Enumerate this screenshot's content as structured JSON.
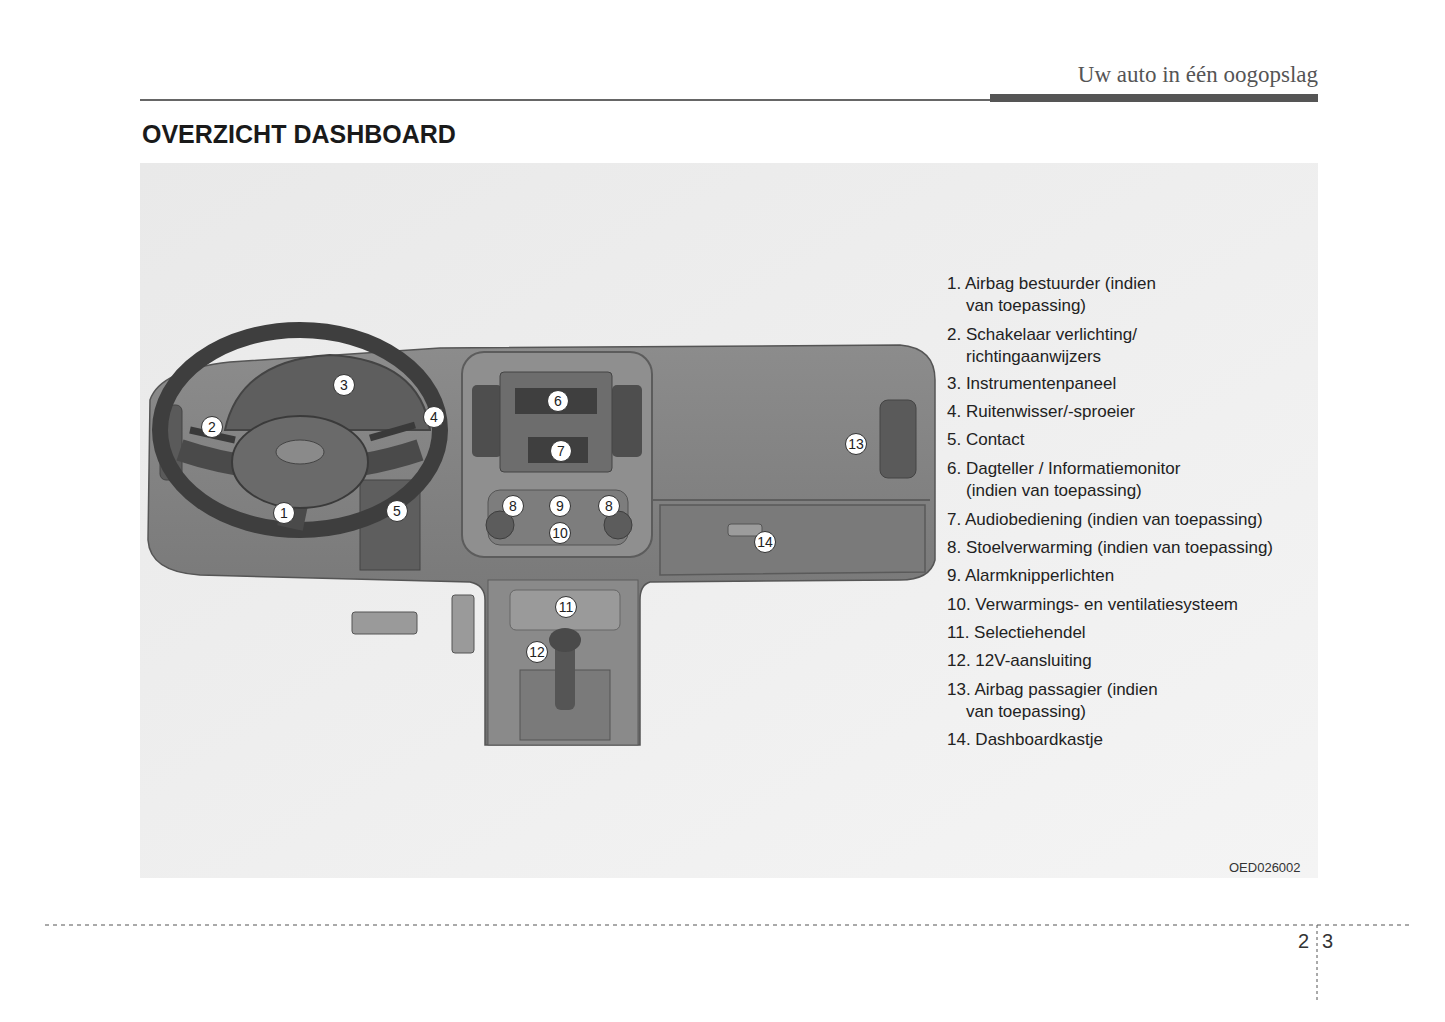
{
  "diagram": {
    "title": "OVERZICHT DASHBOARD",
    "labels": [
      "Uw auto in één oogopslag",
      "1",
      "2",
      "3",
      "4",
      "5",
      "6",
      "7",
      "8",
      "9",
      "8",
      "10",
      "11",
      "12",
      "13",
      "14",
      "1. Airbag bestuurder (indien van toepassing)",
      "2. Schakelaar verlichting/ richtingaanwijzers",
      "3. Instrumentenpaneel",
      "4. Ruitenwisser/-sproeier",
      "5. Contact",
      "6. Dagteller / Informatiemonitor (indien van toepassing)",
      "7. Audiobediening (indien van toepassing)",
      "8. Stoelverwarming (indien van toepassing)",
      "9. Alarmknipperlichten",
      "10. Verwarmings- en ventilatiesysteem",
      "11. Selectiehendel",
      "12. 12V-aansluiting",
      "13. Airbag passagier (indien van toepassing)",
      "14. Dashboardkastje",
      "OED026002",
      "2",
      "3"
    ]
  }
}
